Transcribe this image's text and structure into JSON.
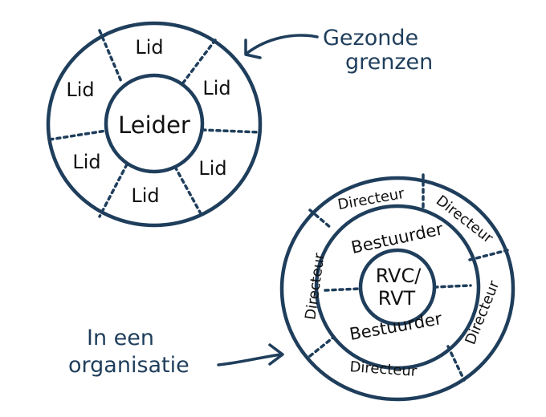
{
  "colors": {
    "ink": "#1f3e5c",
    "text": "#111111",
    "background": "#ffffff"
  },
  "top_diagram": {
    "center": "Leider",
    "members": [
      "Lid",
      "Lid",
      "Lid",
      "Lid",
      "Lid",
      "Lid"
    ]
  },
  "bottom_diagram": {
    "center_line1": "RVC/",
    "center_line2": "RVT",
    "middle": [
      "Bestuurder",
      "Bestuurder"
    ],
    "outer": [
      "Directeur",
      "Directeur",
      "Directeur",
      "Directeur",
      "Directeur"
    ]
  },
  "annotations": {
    "healthy_line1": "Gezonde",
    "healthy_line2": "grenzen",
    "org_line1": "In een",
    "org_line2": "organisatie"
  }
}
